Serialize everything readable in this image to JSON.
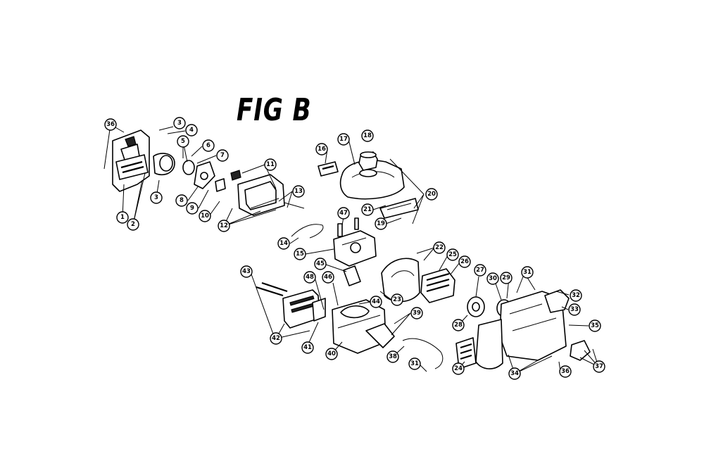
{
  "figure": {
    "title": "FIG B"
  },
  "callouts": [
    {
      "id": "c36a",
      "label": "36"
    },
    {
      "id": "c3a",
      "label": "3"
    },
    {
      "id": "c4",
      "label": "4"
    },
    {
      "id": "c5",
      "label": "5"
    },
    {
      "id": "c6",
      "label": "6"
    },
    {
      "id": "c7",
      "label": "7"
    },
    {
      "id": "c11",
      "label": "11"
    },
    {
      "id": "c13",
      "label": "13"
    },
    {
      "id": "c3b",
      "label": "3"
    },
    {
      "id": "c8",
      "label": "8"
    },
    {
      "id": "c9",
      "label": "9"
    },
    {
      "id": "c10",
      "label": "10"
    },
    {
      "id": "c12",
      "label": "12"
    },
    {
      "id": "c1",
      "label": "1"
    },
    {
      "id": "c2",
      "label": "2"
    },
    {
      "id": "c16",
      "label": "16"
    },
    {
      "id": "c17",
      "label": "17"
    },
    {
      "id": "c18",
      "label": "18"
    },
    {
      "id": "c20",
      "label": "20"
    },
    {
      "id": "c21",
      "label": "21"
    },
    {
      "id": "c19",
      "label": "19"
    },
    {
      "id": "c47",
      "label": "47"
    },
    {
      "id": "c14",
      "label": "14"
    },
    {
      "id": "c15",
      "label": "15"
    },
    {
      "id": "c22",
      "label": "22"
    },
    {
      "id": "c25",
      "label": "25"
    },
    {
      "id": "c26",
      "label": "26"
    },
    {
      "id": "c45",
      "label": "45"
    },
    {
      "id": "c43",
      "label": "43"
    },
    {
      "id": "c48",
      "label": "48"
    },
    {
      "id": "c46",
      "label": "46"
    },
    {
      "id": "c44",
      "label": "44"
    },
    {
      "id": "c23",
      "label": "23"
    },
    {
      "id": "c27",
      "label": "27"
    },
    {
      "id": "c30",
      "label": "30"
    },
    {
      "id": "c29",
      "label": "29"
    },
    {
      "id": "c31a",
      "label": "31"
    },
    {
      "id": "c32",
      "label": "32"
    },
    {
      "id": "c33",
      "label": "33"
    },
    {
      "id": "c28",
      "label": "28"
    },
    {
      "id": "c35",
      "label": "35"
    },
    {
      "id": "c39",
      "label": "39"
    },
    {
      "id": "c42",
      "label": "42"
    },
    {
      "id": "c41",
      "label": "41"
    },
    {
      "id": "c40",
      "label": "40"
    },
    {
      "id": "c38",
      "label": "38"
    },
    {
      "id": "c31b",
      "label": "31"
    },
    {
      "id": "c24",
      "label": "24"
    },
    {
      "id": "c34",
      "label": "34"
    },
    {
      "id": "c36b",
      "label": "36"
    },
    {
      "id": "c37",
      "label": "37"
    }
  ]
}
